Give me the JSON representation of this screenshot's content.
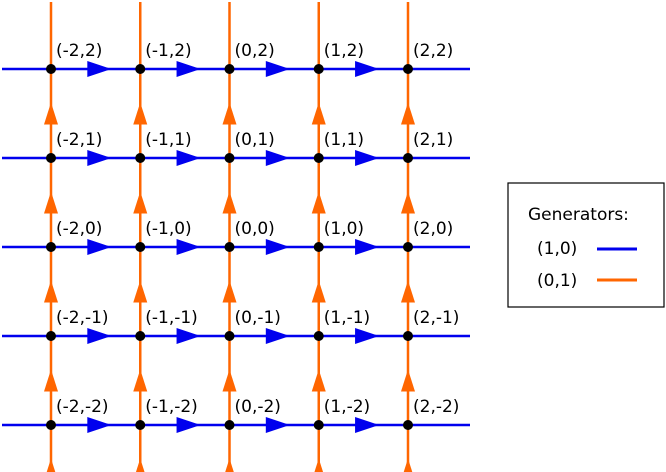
{
  "diagram": {
    "x_values": [
      -2,
      -1,
      0,
      1,
      2
    ],
    "y_values": [
      2,
      1,
      0,
      -1,
      -2
    ],
    "labels": [
      [
        "(-2,2)",
        "(-1,2)",
        "(0,2)",
        "(1,2)",
        "(2,2)"
      ],
      [
        "(-2,1)",
        "(-1,1)",
        "(0,1)",
        "(1,1)",
        "(2,1)"
      ],
      [
        "(-2,0)",
        "(-1,0)",
        "(0,0)",
        "(1,0)",
        "(2,0)"
      ],
      [
        "(-2,-1)",
        "(-1,-1)",
        "(0,-1)",
        "(1,-1)",
        "(2,-1)"
      ],
      [
        "(-2,-2)",
        "(-1,-2)",
        "(0,-2)",
        "(1,-2)",
        "(2,-2)"
      ]
    ],
    "horizontal_edge_color": "#0000ee",
    "vertical_edge_color": "#ff6600",
    "node_color": "#000000"
  },
  "legend": {
    "title": "Generators:",
    "items": [
      {
        "label": "(1,0)",
        "color": "#0000ee"
      },
      {
        "label": "(0,1)",
        "color": "#ff6600"
      }
    ]
  }
}
